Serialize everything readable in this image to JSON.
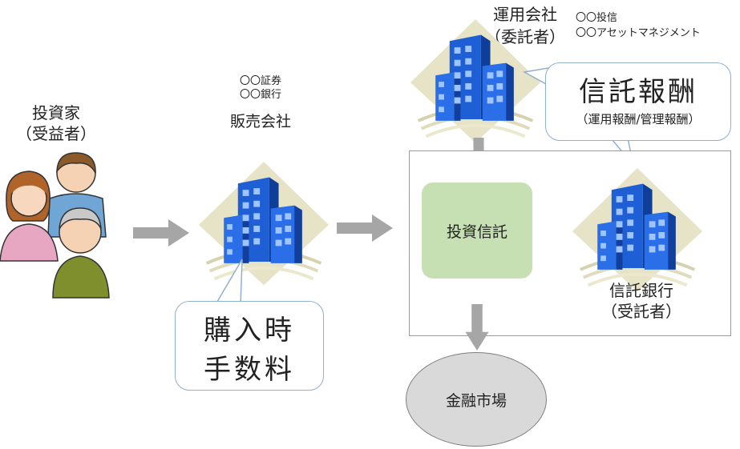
{
  "investor": {
    "title": "投資家",
    "role": "（受益者）"
  },
  "seller": {
    "examples": [
      "〇〇証券",
      "〇〇銀行"
    ],
    "title": "販売会社"
  },
  "manager": {
    "title": "運用会社",
    "role": "（委託者）",
    "examples": [
      "〇〇投信",
      "〇〇アセットマネジメント"
    ]
  },
  "trustee": {
    "title": "信託銀行",
    "role": "（受託者）"
  },
  "fund": {
    "label": "投資信託"
  },
  "market": {
    "label": "金融市場"
  },
  "fees": {
    "purchase": {
      "line1": "購入時",
      "line2": "手数料"
    },
    "trust": {
      "title": "信託報酬",
      "detail": "（運用報酬/管理報酬）"
    }
  },
  "colors": {
    "arrow": "#a6a6a6",
    "fund": "#c6e0b4",
    "market": "#d9d9d9",
    "bubble_border": "#8fb0cf",
    "building": "#1f5fd6",
    "diamond": "#e6e3c6"
  }
}
